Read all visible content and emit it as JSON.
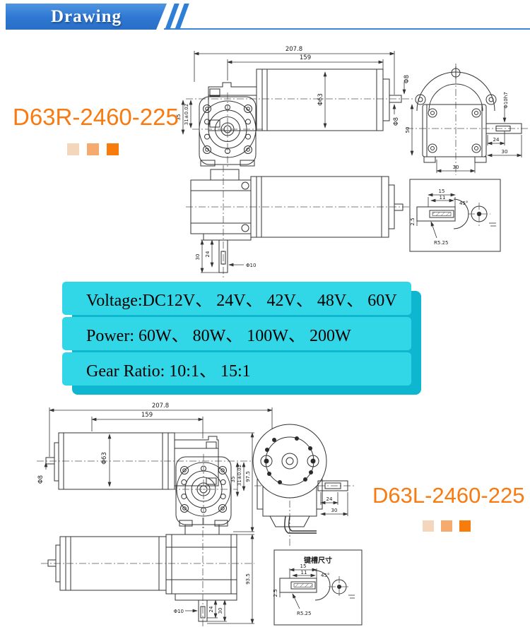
{
  "header": {
    "title": "Drawing"
  },
  "models": {
    "top": {
      "name": "D63R-2460-225"
    },
    "bottom": {
      "name": "D63L-2460-225"
    }
  },
  "specs": {
    "rows": [
      "Voltage:DC12V、 24V、 42V、 48V、 60V",
      "Power: 60W、 80W、 100W、 200W",
      "Gear Ratio: 10:1、 15:1"
    ]
  },
  "dims": {
    "overall": "207.8",
    "motor_len": "159",
    "motor_dia": "Φ63",
    "shaft8": "Φ8",
    "mount31": "31±0.02",
    "mount35": "35",
    "out_shaft": "Φ10h7",
    "out24": "24",
    "out30": "30",
    "gear50": "50",
    "gear30": "30",
    "down_shaft": "Φ10",
    "height975": "97.5",
    "height935": "93.5",
    "key15": "15",
    "key11": "11",
    "key45": "45°",
    "key25": "2.5",
    "keyR": "R5.25",
    "keyway_title": "键槽尺寸"
  },
  "colors": {
    "banner_blue": "#2e7ed8",
    "accent_orange": "#f87a10",
    "panel_cyan": "#32d7e7",
    "panel_shadow": "#0fb6cf",
    "swatches": [
      "#f4d6bd",
      "#f5aa6f",
      "#f87c0c"
    ],
    "drawing_line": "#333333"
  }
}
